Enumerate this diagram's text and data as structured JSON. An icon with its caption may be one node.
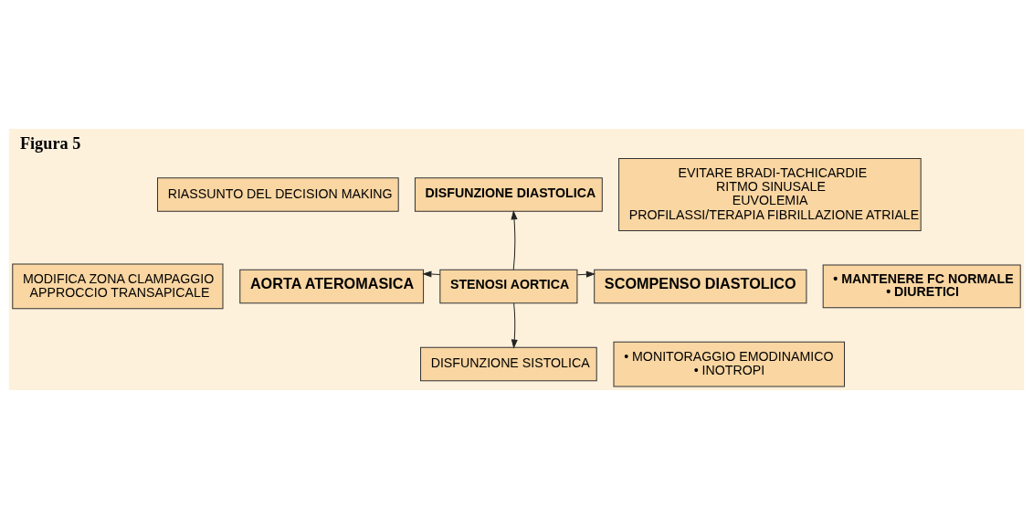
{
  "diagram": {
    "title": "Figura 5",
    "nodes": [
      {
        "text": [
          "RIASSUNTO DEL DECISION MAKING"
        ]
      },
      {
        "text": [
          "DISFUNZIONE DIASTOLICA"
        ]
      },
      {
        "text": [
          "EVITARE BRADI-TACHICARDIE",
          "RITMO SINUSALE",
          "EUVOLEMIA",
          "PROFILASSI/TERAPIA FIBRILLAZIONE ATRIALE"
        ]
      },
      {
        "text": [
          "MODIFICA ZONA CLAMPAGGIO",
          "APPROCCIO TRANSAPICALE"
        ]
      },
      {
        "text": [
          "AORTA ATEROMASICA"
        ]
      },
      {
        "text": [
          "STENOSI AORTICA"
        ]
      },
      {
        "text": [
          "SCOMPENSO DIASTOLICO"
        ]
      },
      {
        "text": [
          "• MANTENERE FC NORMALE",
          "• DIURETICI"
        ]
      },
      {
        "text": [
          "DISFUNZIONE SISTOLICA"
        ]
      },
      {
        "text": [
          "• MONITORAGGIO EMODINAMICO",
          "• INOTROPI"
        ]
      }
    ],
    "edges": [
      {
        "from": 5,
        "to": 1,
        "arrow": "to"
      },
      {
        "from": 5,
        "to": 4,
        "arrow": "to"
      },
      {
        "from": 5,
        "to": 6,
        "arrow": "to"
      },
      {
        "from": 5,
        "to": 8,
        "arrow": "to"
      }
    ]
  }
}
